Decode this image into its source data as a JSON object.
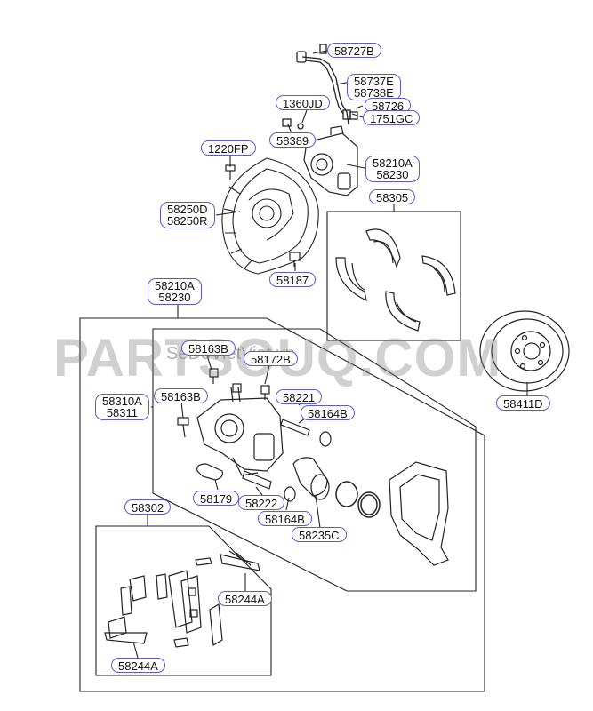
{
  "watermark": {
    "brand": "PARTSOUQ.COM",
    "site": "SeDoVietViet.vn"
  },
  "labels": {
    "l58727B": "58727B",
    "l58737E": "58737E",
    "l58738E": "58738E",
    "l1360JD": "1360JD",
    "l58726": "58726",
    "l1751GC": "1751GC",
    "l58389": "58389",
    "l1220FP": "1220FP",
    "l58210A_top": "58210A",
    "l58230_top": "58230",
    "l58250D": "58250D",
    "l58250R": "58250R",
    "l58305": "58305",
    "l58187": "58187",
    "l58210A_mid": "58210A",
    "l58230_mid": "58230",
    "l58163B_a": "58163B",
    "l58172B": "58172B",
    "l58310A": "58310A",
    "l58311": "58311",
    "l58163B_b": "58163B",
    "l58221": "58221",
    "l58164B_a": "58164B",
    "l58411D": "58411D",
    "l58179": "58179",
    "l58222": "58222",
    "l58164B_b": "58164B",
    "l58235C": "58235C",
    "l58302": "58302",
    "l58244A_a": "58244A",
    "l58244A_b": "58244A"
  },
  "colors": {
    "label_border": "#5a5ad8",
    "line": "#222222"
  }
}
